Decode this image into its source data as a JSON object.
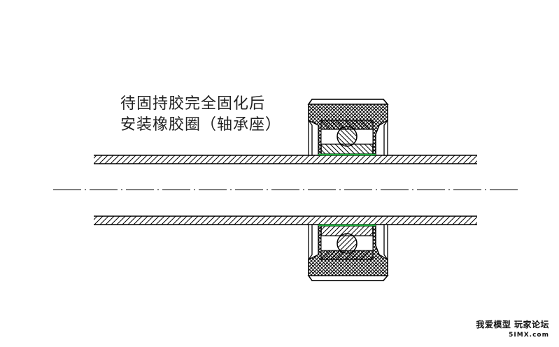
{
  "caption": {
    "line1": "待固持胶完全固化后",
    "line2": "安装橡胶圈（轴承座）"
  },
  "watermark": {
    "line1": "我爱模型 玩家论坛",
    "line2": "5IMX.com"
  },
  "colors": {
    "line": "#000000",
    "adhesive": "#1faa3c",
    "background": "#ffffff"
  }
}
